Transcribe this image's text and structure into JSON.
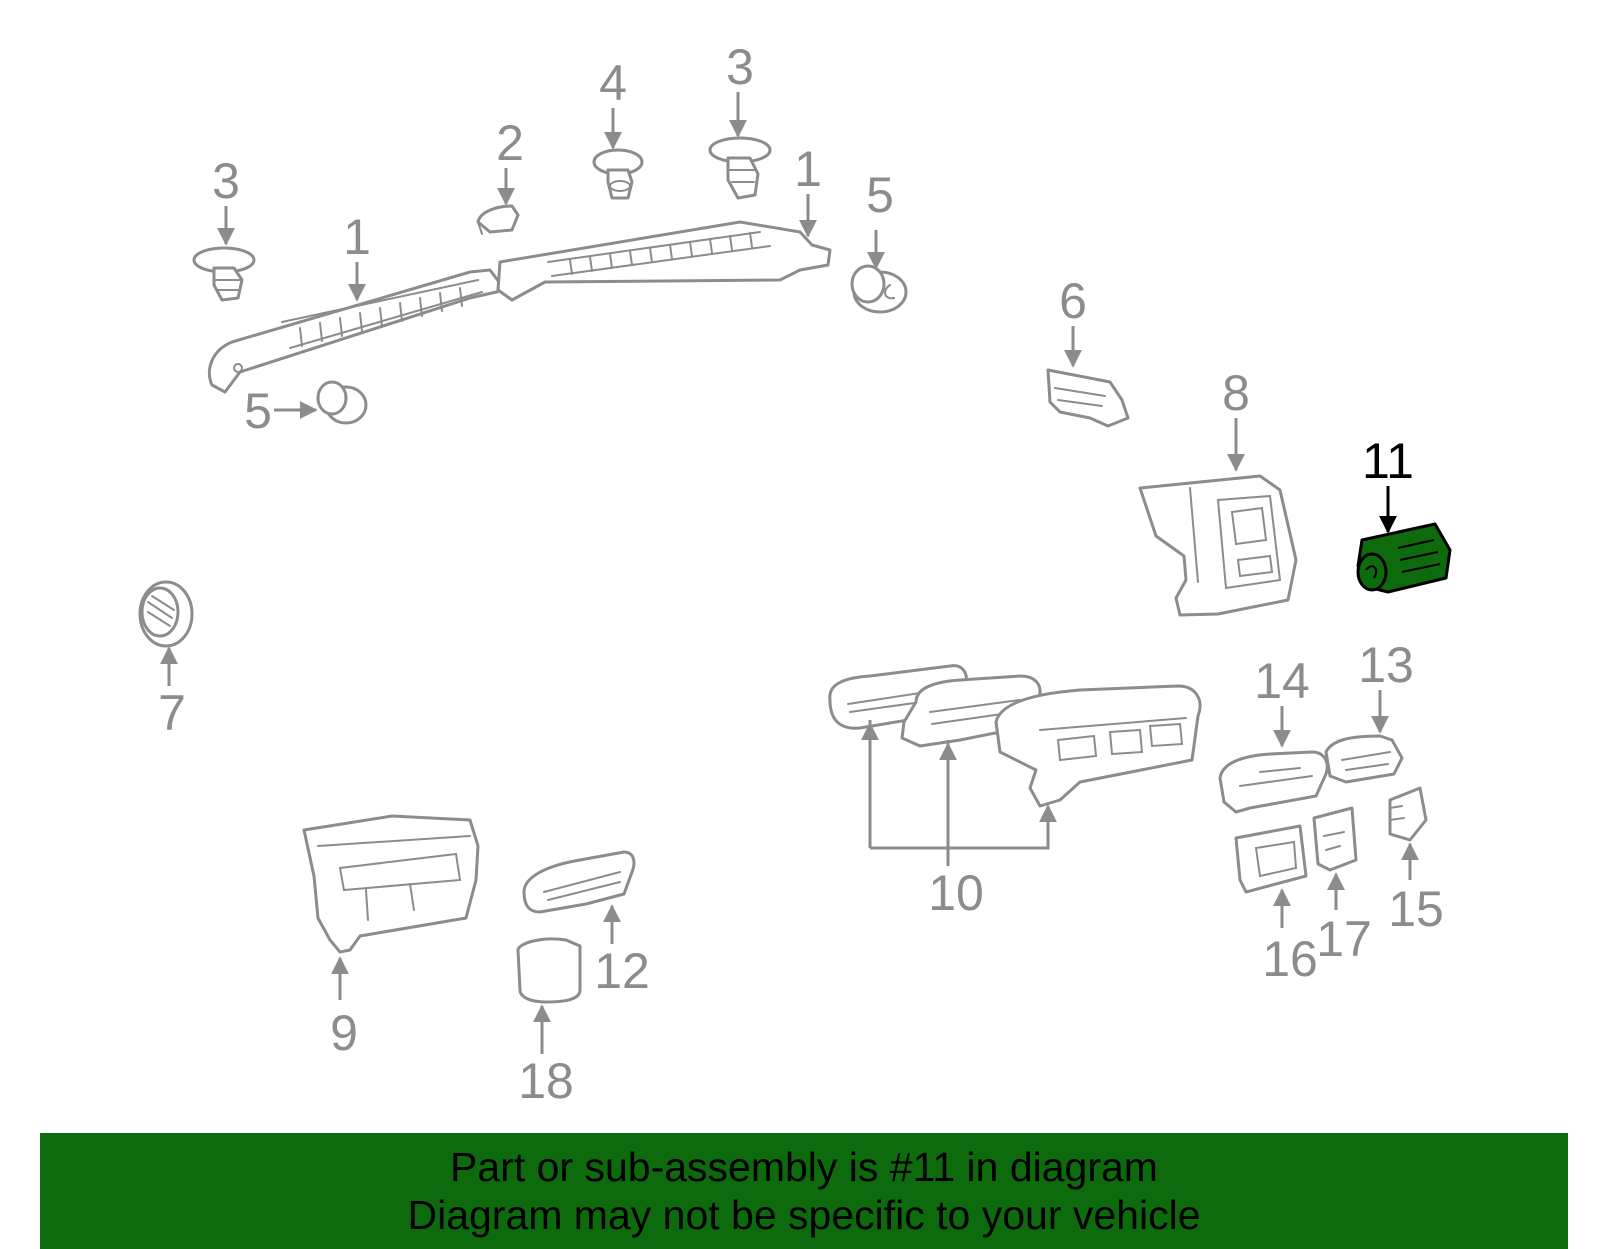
{
  "highlight_color": "#0d6b0d",
  "highlighted_part": "11",
  "callouts": {
    "c3a": "3",
    "c1a": "1",
    "c2": "2",
    "c4": "4",
    "c3b": "3",
    "c1b": "1",
    "c5a": "5",
    "c5b": "5",
    "c6": "6",
    "c8": "8",
    "c11": "11",
    "c7": "7",
    "c14": "14",
    "c13": "13",
    "c10": "10",
    "c9": "9",
    "c12": "12",
    "c18": "18",
    "c16": "16",
    "c17": "17",
    "c15": "15"
  },
  "banner": {
    "line1": "Part or sub-assembly is #11 in diagram",
    "line2": "Diagram may not be specific to your vehicle"
  }
}
